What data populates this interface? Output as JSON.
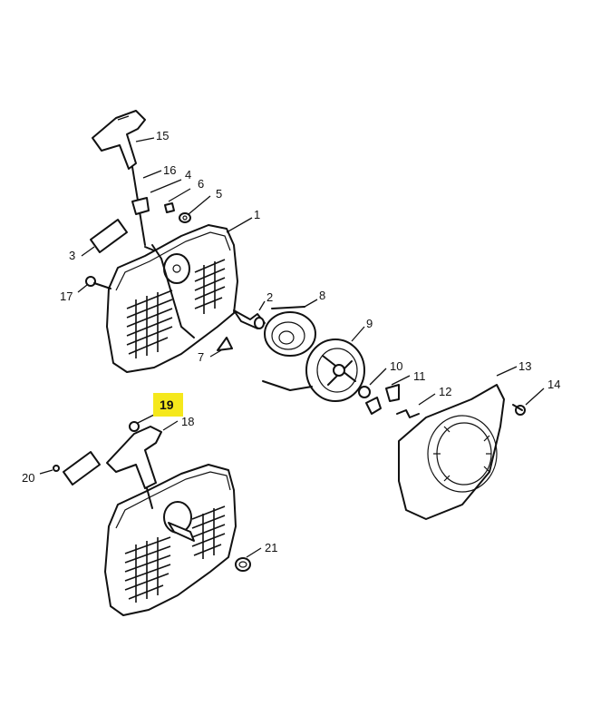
{
  "highlight_color": "#f5e81c",
  "callouts": {
    "p1": "1",
    "p2": "2",
    "p3": "3",
    "p4": "4",
    "p5": "5",
    "p6": "6",
    "p7": "7",
    "p8": "8",
    "p9": "9",
    "p10": "10",
    "p11": "11",
    "p12": "12",
    "p13": "13",
    "p14": "14",
    "p15": "15",
    "p16": "16",
    "p17": "17",
    "p18": "18",
    "p19": "19",
    "p20": "20",
    "p21": "21"
  }
}
